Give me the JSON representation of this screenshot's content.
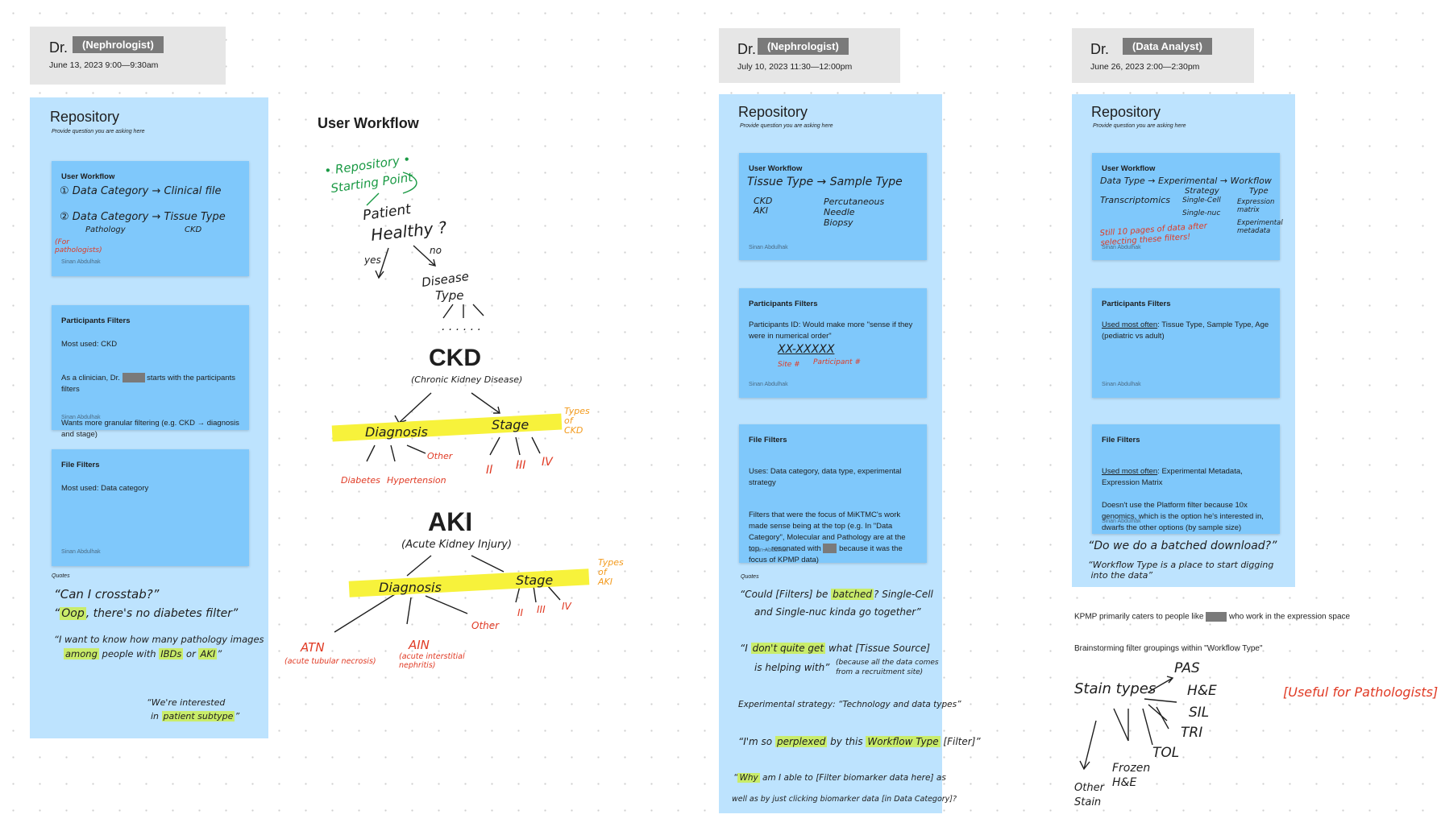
{
  "col1": {
    "header": {
      "dr": "Dr.",
      "role": "(Nephrologist)",
      "date": "June 13, 2023 9:00—9:30am"
    },
    "repo_title": "Repository",
    "repo_sub": "Provide question you are asking here",
    "sticky_workflow": {
      "title": "User Workflow",
      "line1": "① Data Category → Clinical file",
      "line2": "② Data Category → Tissue Type",
      "line2_sub1": "Pathology",
      "line2_sub2": "CKD",
      "annot": "(For\npathologists)",
      "author": "Sinan Abdulhak"
    },
    "sticky_participants": {
      "title": "Participants Filters",
      "body1": "Most used: CKD",
      "body2a": "As a clinician, Dr.",
      "body2b": "starts with the participants filters",
      "body3": "Wants more granular filtering (e.g. CKD → diagnosis and stage)",
      "author": "Sinan Abdulhak"
    },
    "sticky_files": {
      "title": "File Filters",
      "body": "Most used: Data category",
      "author": "Sinan Abdulhak"
    },
    "quotes_label": "Quotes",
    "quote1": "“Can I crosstab?”",
    "quote2a": "“",
    "quote2b": "Oop",
    "quote2c": ", there's no diabetes filter”",
    "quote3a": "“I want to know how many pathology images",
    "quote3b": "among",
    "quote3c": " people with ",
    "quote3d": "IBDs",
    "quote3e": " or ",
    "quote3f": "AKI",
    "quote3g": "”",
    "quote4a": "“We're interested",
    "quote4b": "in ",
    "quote4c": "patient subtype",
    "quote4d": "”"
  },
  "workflow": {
    "title": "User Workflow",
    "repo": "• Repository •",
    "starting": "Starting Point",
    "patient": "Patient",
    "healthy": "Healthy ?",
    "yes": "yes",
    "no": "no",
    "disease": "Disease",
    "type": "Type",
    "dots": ". . .   . . .",
    "ckd": "CKD",
    "ckd_full": "(Chronic Kidney Disease)",
    "diagnosis": "Diagnosis",
    "stage": "Stage",
    "types_ckd": "Types\nof\nCKD",
    "other": "Other",
    "diabetes": "Diabetes",
    "hypertension": "Hypertension",
    "stage_ii": "II",
    "stage_iii": "III",
    "stage_iv": "IV",
    "aki": "AKI",
    "aki_full": "(Acute Kidney Injury)",
    "types_aki": "Types\nof\nAKI",
    "atn": "ATN",
    "atn_full": "(acute tubular necrosis)",
    "ain": "AIN",
    "ain_full": "(acute interstitial\nnephritis)",
    "other2": "Other",
    "aki_ii": "II",
    "aki_iii": "III",
    "aki_iv": "IV"
  },
  "col2": {
    "header": {
      "dr": "Dr.",
      "role": "(Nephrologist)",
      "date": "July 10, 2023 11:30—12:00pm"
    },
    "repo_title": "Repository",
    "repo_sub": "Provide question you are asking here",
    "sticky_workflow": {
      "title": "User Workflow",
      "line1": "Tissue Type → Sample Type",
      "col_a": "CKD\nAKI",
      "col_b": "Percutaneous\nNeedle\nBiopsy",
      "author": "Sinan Abdulhak"
    },
    "sticky_participants": {
      "title": "Participants Filters",
      "body": "Participants ID: Would make more \"sense if they were in numerical order\"",
      "id_format": "XX-XXXXX",
      "site": "Site #",
      "participant": "Participant #",
      "author": "Sinan Abdulhak"
    },
    "sticky_files": {
      "title": "File Filters",
      "body1": "Uses: Data category, data type, experimental strategy",
      "body2a": "Filters that were the focus of MiKTMC's work made sense being at the top (e.g. In \"Data Category\", Molecular and Pathology are at the top → resonated with",
      "body2b": "because it was the focus of KPMP data)",
      "author": "Sinan Abdulhak"
    },
    "quotes_label": "Quotes",
    "q1a": "“Could [Filters] be ",
    "q1b": "batched",
    "q1c": "? Single-Cell",
    "q1d": "and Single-nuc kinda go together”",
    "q2a": "“I ",
    "q2b": "don't quite get",
    "q2c": " what [Tissue Source]",
    "q2d": "is helping with”",
    "q2e": "(because all the data comes\nfrom a recruitment site)",
    "q3": "Experimental strategy: “Technology and data types”",
    "q4a": "“I'm so ",
    "q4b": "perplexed",
    "q4c": " by this ",
    "q4d": "Workflow Type",
    "q4e": " [Filter]”",
    "q5a": "Why",
    "q5b": " am I able to ",
    "q5c": "[Filter biomarker data here]",
    "q5d": " as",
    "q5e": "well as by just clicking biomarker data [in Data Category]?"
  },
  "col3": {
    "header": {
      "dr": "Dr.",
      "role": "(Data Analyst)",
      "date": "June 26, 2023 2:00—2:30pm"
    },
    "repo_title": "Repository",
    "repo_sub": "Provide question you are asking here",
    "sticky_workflow": {
      "title": "User Workflow",
      "line1": "Data Type → Experimental → Workflow",
      "strategy": "Strategy",
      "type_lbl": "Type",
      "transcriptomics": "Transcriptomics",
      "singlecell": "Single-Cell",
      "singlenuc": "Single-nuc",
      "expression": "Expression\nmatrix",
      "experimental": "Experimental\nmetadata",
      "annot": "Still 10 pages of data after\nselecting these filters!",
      "author": "Sinan Abdulhak"
    },
    "sticky_participants": {
      "title": "Participants Filters",
      "body_u": "Used most often",
      "body": ": Tissue Type, Sample Type, Age (pediatric vs adult)",
      "author": "Sinan Abdulhak"
    },
    "sticky_files": {
      "title": "File Filters",
      "body_u": "Used most often",
      "body1": ": Experimental Metadata, Expression Matrix",
      "body2": "Doesn't use the Platform filter because 10x genomics, which is the option he's interested in, dwarfs the other options (by sample size)",
      "author": "Sinan Abdulhak"
    },
    "quote1": "“Do we do a batched download?”",
    "quote2": "“Workflow Type is a place to start digging\n into the data”",
    "kpmp_a": "KPMP primarily caters to people like",
    "kpmp_b": "who work in the expression space",
    "brainstorm": "Brainstorming filter groupings within \"Workflow Type\"",
    "stain_types": "Stain types",
    "pas": "PAS",
    "he": "H&E",
    "sil": "SIL",
    "tri": "TRI",
    "tol": "TOL",
    "frozen": "Frozen\nH&E",
    "other_stain": "Other\nStain",
    "useful": "[Useful for Pathologists]"
  }
}
